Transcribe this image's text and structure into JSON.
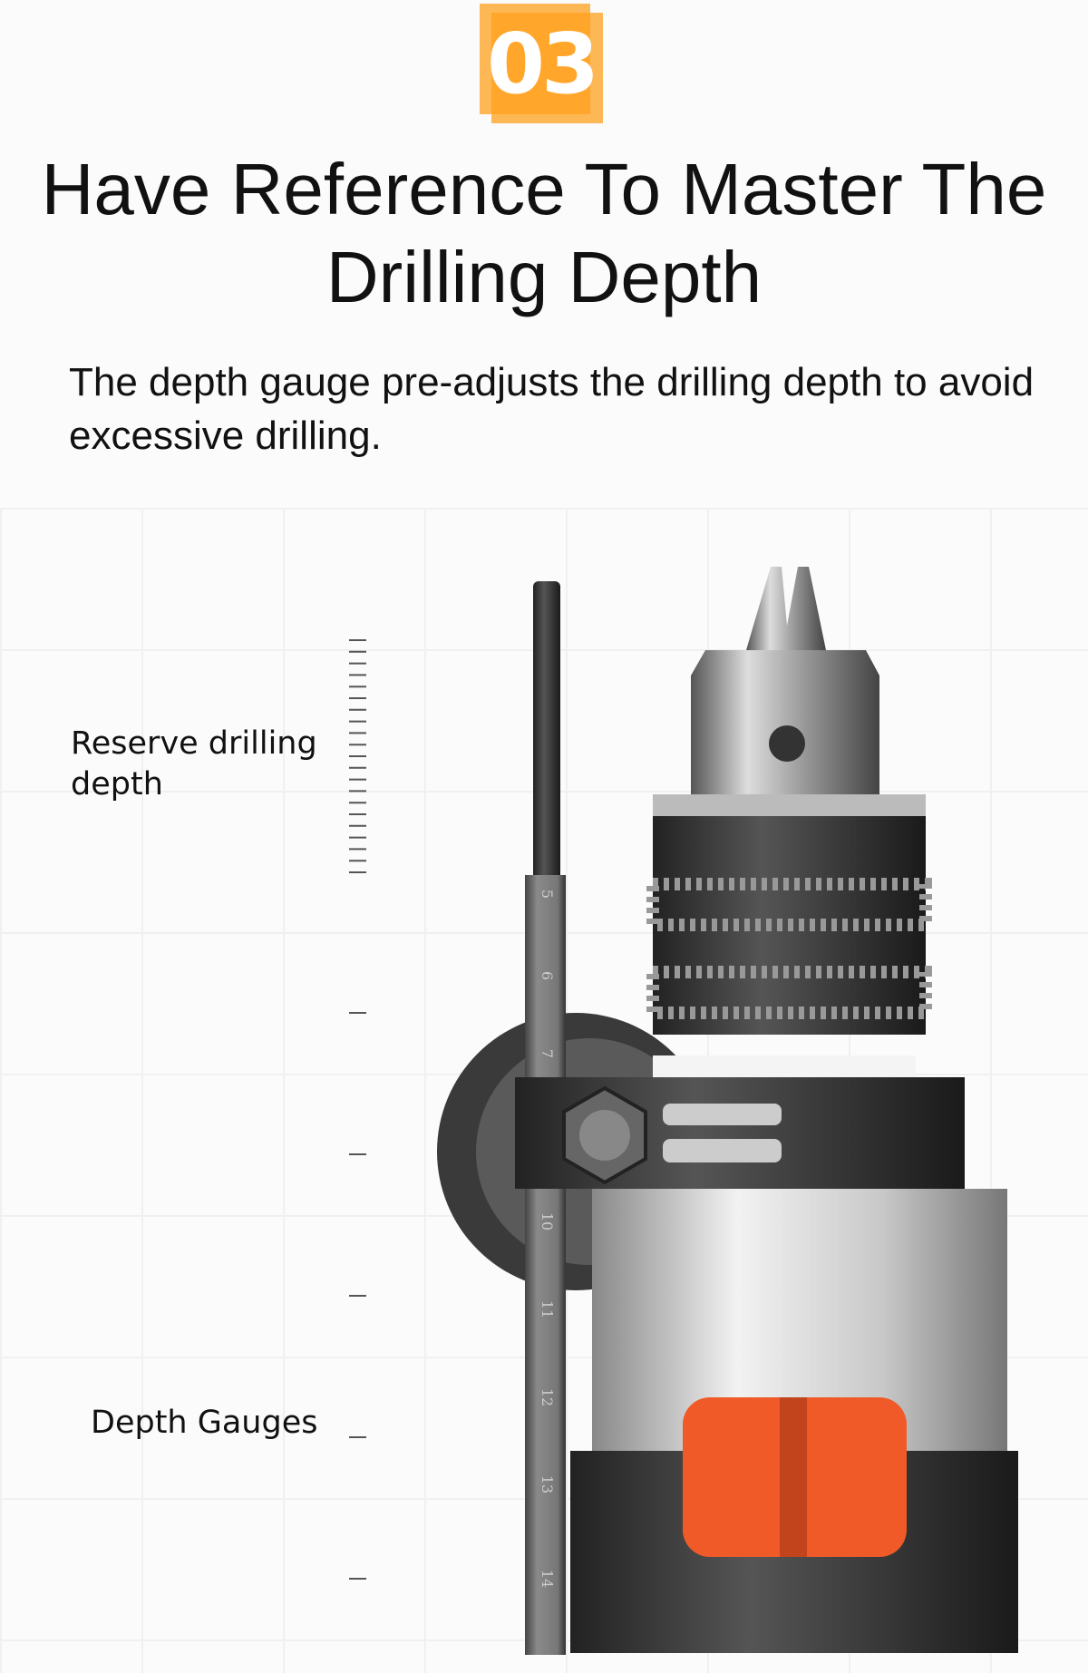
{
  "badge": {
    "number": "03",
    "color": "#ffa01e"
  },
  "heading": {
    "line1": "Have Reference To Master The",
    "line2": "Drilling Depth"
  },
  "description": "The depth gauge pre-adjusts the drilling depth to avoid excessive drilling.",
  "labels": {
    "reserve_line1": "Reserve drilling",
    "reserve_line2": "depth",
    "depth_gauges": "Depth Gauges"
  },
  "ruler_numbers": [
    "5",
    "6",
    "7",
    "10",
    "11",
    "12",
    "13",
    "14"
  ],
  "colors": {
    "switch": "#f05a28",
    "body_dark": "#2a2a2a",
    "body_silver": "#d8d8d8"
  }
}
